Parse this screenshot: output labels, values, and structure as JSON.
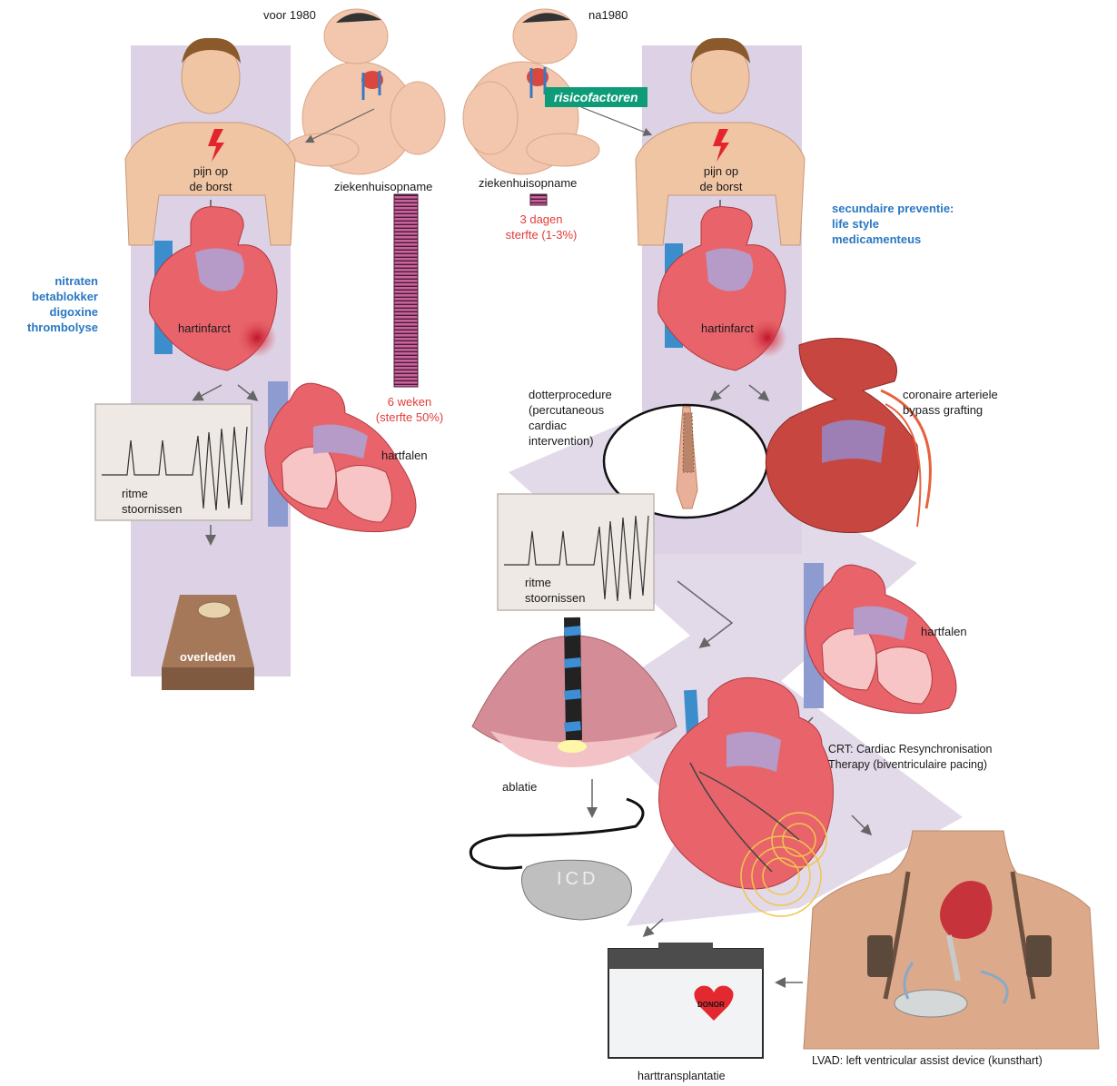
{
  "eras": {
    "before": "voor 1980",
    "after": "na1980"
  },
  "risk_tag": "risicofactoren",
  "left": {
    "chest_pain": [
      "pijn op",
      "de borst"
    ],
    "infarct": "hartinfarct",
    "treatments": [
      "nitraten",
      "betablokker",
      "digoxine",
      "thrombolyse"
    ],
    "rhythm": [
      "ritme",
      "stoornissen"
    ],
    "heart_failure": "hartfalen",
    "death": "overleden"
  },
  "admission": {
    "label": "ziekenhuisopname",
    "before_duration": [
      "6 weken",
      "(sterfte  50%)"
    ],
    "after_duration": [
      "3 dagen",
      "sterfte (1-3%)"
    ]
  },
  "right": {
    "chest_pain": [
      "pijn op",
      "de borst"
    ],
    "infarct": "hartinfarct",
    "prevention": [
      "secundaire preventie:",
      "life style",
      "medicamenteus"
    ],
    "dotter": [
      "dotterprocedure",
      "(percutaneous",
      "cardiac",
      "intervention)"
    ],
    "cabg": [
      "coronaire arteriele",
      "bypass grafting"
    ],
    "rhythm": [
      "ritme",
      "stoornissen"
    ],
    "heart_failure": "hartfalen",
    "ablation": "ablatie",
    "icd": "ICD",
    "crt": [
      "CRT: Cardiac Resynchronisation",
      "Therapy (biventriculaire pacing)"
    ],
    "donor": "DONOR",
    "transplant": "harttransplantatie",
    "lvad": "LVAD: left ventricular assist device (kunsthart)"
  }
}
